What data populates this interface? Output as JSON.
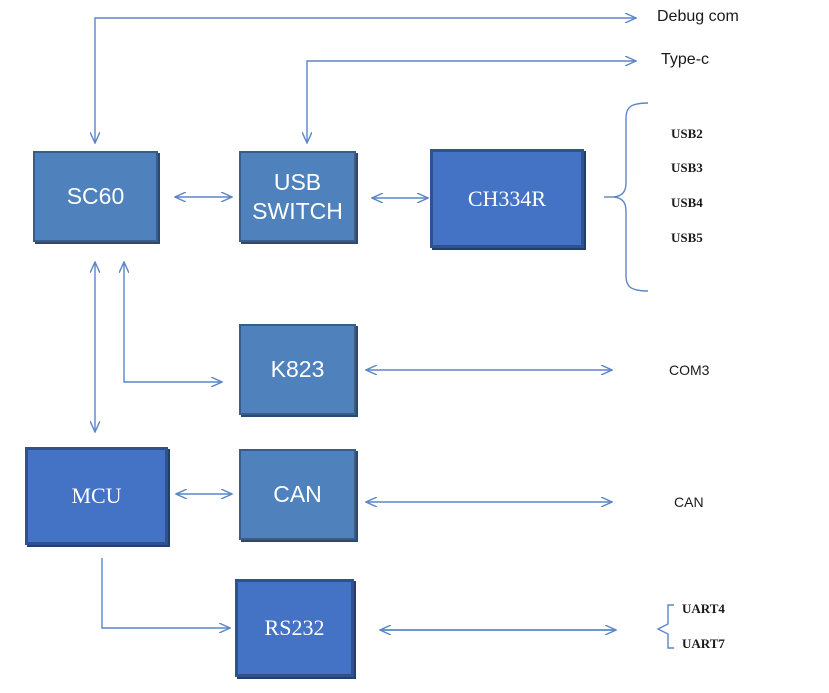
{
  "blocks": {
    "sc60": "SC60",
    "usb_switch_line1": "USB",
    "usb_switch_line2": "SWITCH",
    "ch334r": "CH334R",
    "k823": "K823",
    "mcu": "MCU",
    "can": "CAN",
    "rs232": "RS232"
  },
  "outputs": {
    "debug_com": "Debug com",
    "type_c": "Type-c",
    "usb2": "USB2",
    "usb3": "USB3",
    "usb4": "USB4",
    "usb5": "USB5",
    "com3": "COM3",
    "can": "CAN",
    "uart4": "UART4",
    "uart7": "UART7"
  },
  "colors": {
    "connector": "#5b86c7",
    "block_fill": "#4f81bd",
    "block_fill_dark": "#4472c4"
  }
}
